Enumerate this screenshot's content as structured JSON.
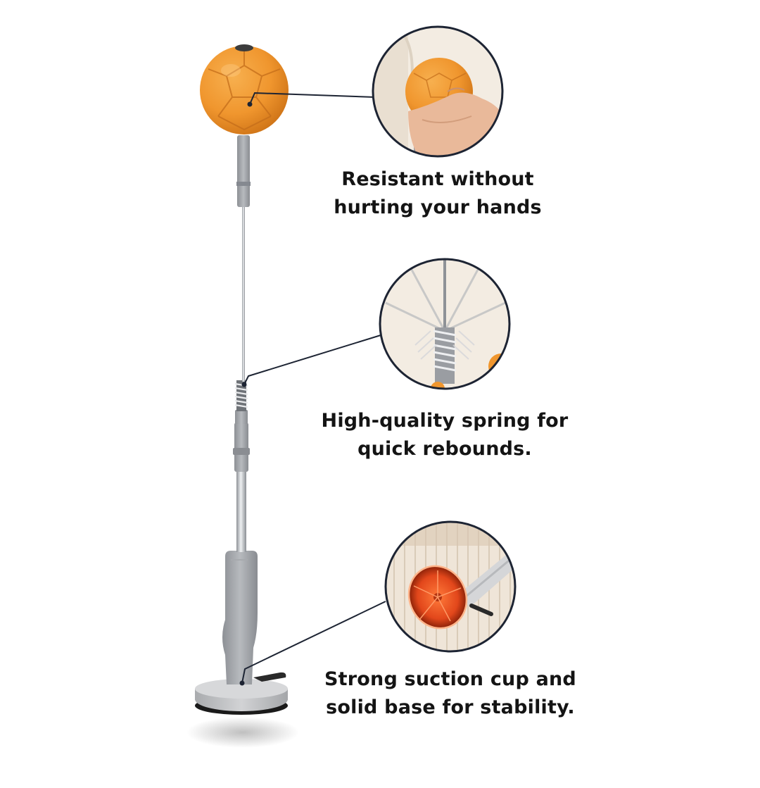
{
  "product_image": {
    "name": "reflex punching ball stand",
    "colors": {
      "ball": "#f0962e",
      "ball_dark": "#cf7417",
      "pole_gray": "#9a9da2",
      "steel": "#c9ccd0",
      "base": "#b9bbbe",
      "leader_line": "#1d2433",
      "circle_border": "#1d2433"
    }
  },
  "features": [
    {
      "id": "ball",
      "caption_lines": [
        "Resistant without",
        "hurting your hands"
      ],
      "detail_icon": "hand-squeezing-ball-icon"
    },
    {
      "id": "spring",
      "caption_lines": [
        "High-quality spring for",
        "quick rebounds."
      ],
      "detail_icon": "spring-rebound-icon"
    },
    {
      "id": "base",
      "caption_lines": [
        "Strong suction cup and",
        "solid base for stability."
      ],
      "detail_icon": "suction-cup-icon"
    }
  ]
}
